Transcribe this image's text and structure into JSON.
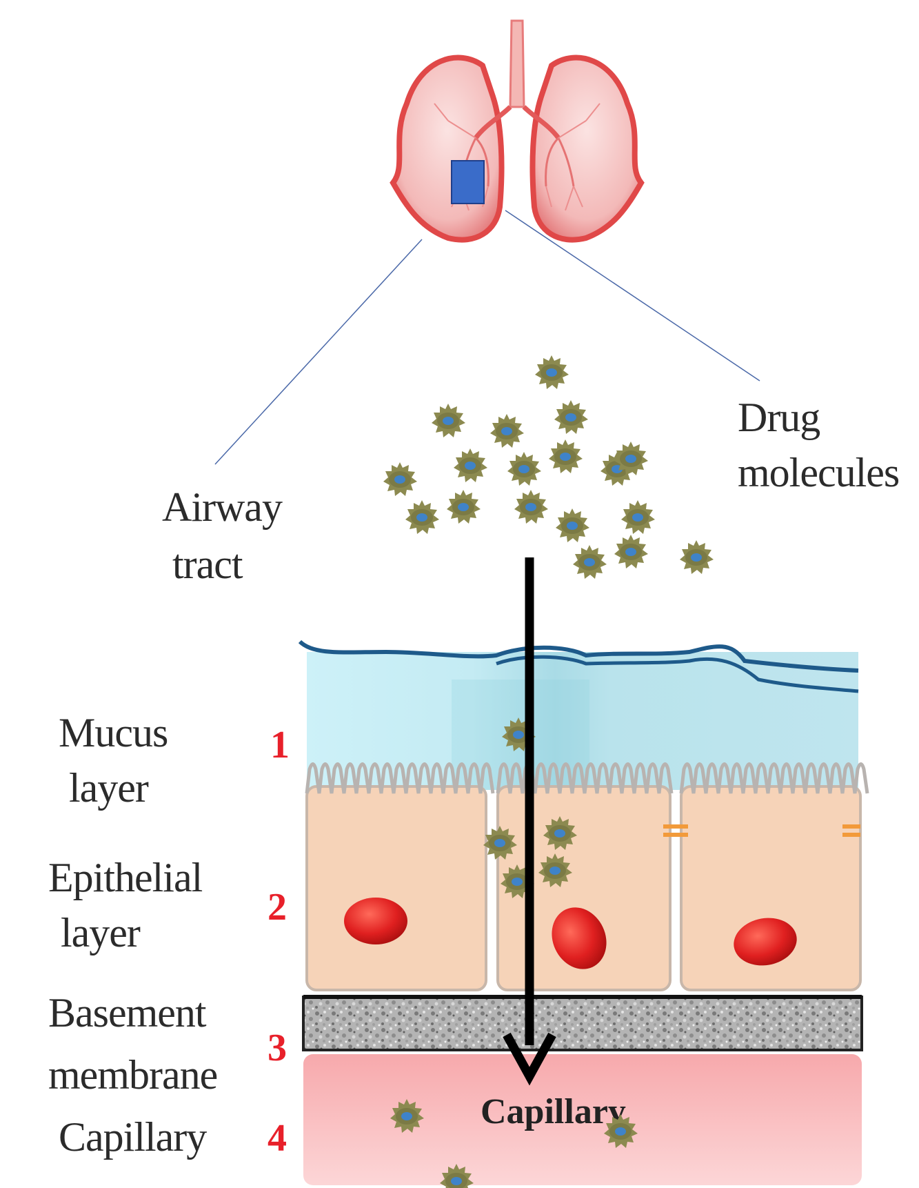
{
  "labels": {
    "drug_line1": "Drug",
    "drug_line2": "molecules",
    "airway_line1": "Airway",
    "airway_line2": "tract",
    "mucus_line1": "Mucus",
    "mucus_line2": "layer",
    "epithelial_line1": "Epithelial",
    "epithelial_line2": "layer",
    "basement_line1": "Basement",
    "basement_line2": "membrane",
    "capillary_side": "Capillary",
    "capillary_inner": "Capillary"
  },
  "steps": [
    "1",
    "2",
    "3",
    "4"
  ],
  "colors": {
    "number": "#e8202a",
    "lung": "#e8585c",
    "mucus": "#c6eef5",
    "epithelium": "#f6d3b8",
    "nucleus": "#d91f1f",
    "basement": "#9a9a9a",
    "capillary": "#f6b4b6",
    "particle_outer": "#8a8a4e",
    "particle_core": "#3d7fc4",
    "arrow": "#000000"
  },
  "icons": [
    "lungs-icon",
    "drug-particle-icon",
    "arrow-down-icon",
    "cell-nucleus-icon"
  ]
}
